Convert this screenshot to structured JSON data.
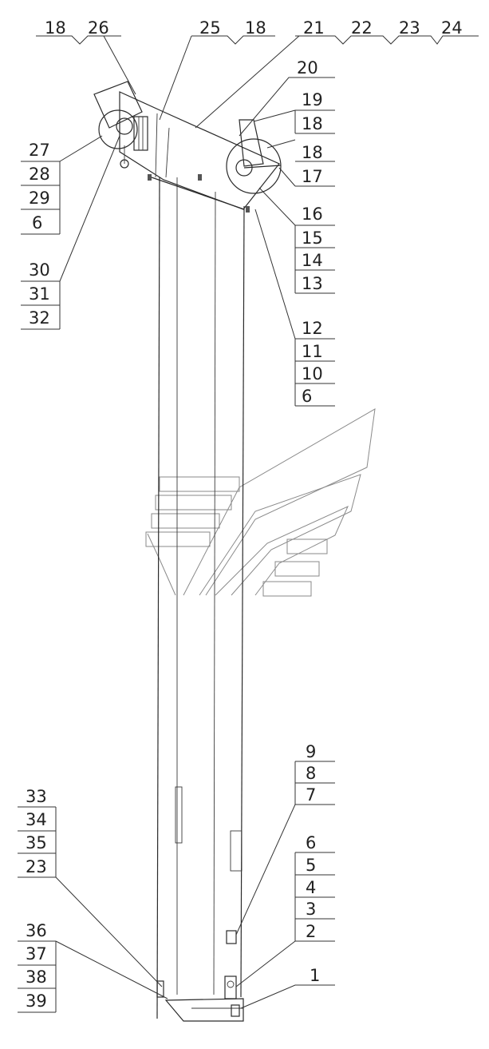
{
  "drawing": {
    "colors": {
      "line": "#2a2a2a",
      "watermark": "#8a8a8a",
      "background": "#ffffff"
    },
    "callouts_top": [
      "18",
      "26",
      "25",
      "18",
      "21",
      "22",
      "23",
      "24"
    ],
    "callout_20": "20",
    "callouts_left_a": [
      "27",
      "28",
      "29",
      "6"
    ],
    "callouts_left_b": [
      "30",
      "31",
      "32"
    ],
    "callouts_right_a": [
      "19",
      "18",
      "18",
      "17"
    ],
    "callouts_right_b": [
      "16",
      "15",
      "14",
      "13"
    ],
    "callouts_right_c": [
      "12",
      "11",
      "10",
      "6"
    ],
    "callouts_right_d": [
      "9",
      "8",
      "7"
    ],
    "callouts_right_e": [
      "6",
      "5",
      "4",
      "3",
      "2"
    ],
    "callout_1": "1",
    "callouts_left_c": [
      "33",
      "34",
      "35",
      "23"
    ],
    "callouts_left_d": [
      "36",
      "37",
      "38",
      "39"
    ]
  }
}
